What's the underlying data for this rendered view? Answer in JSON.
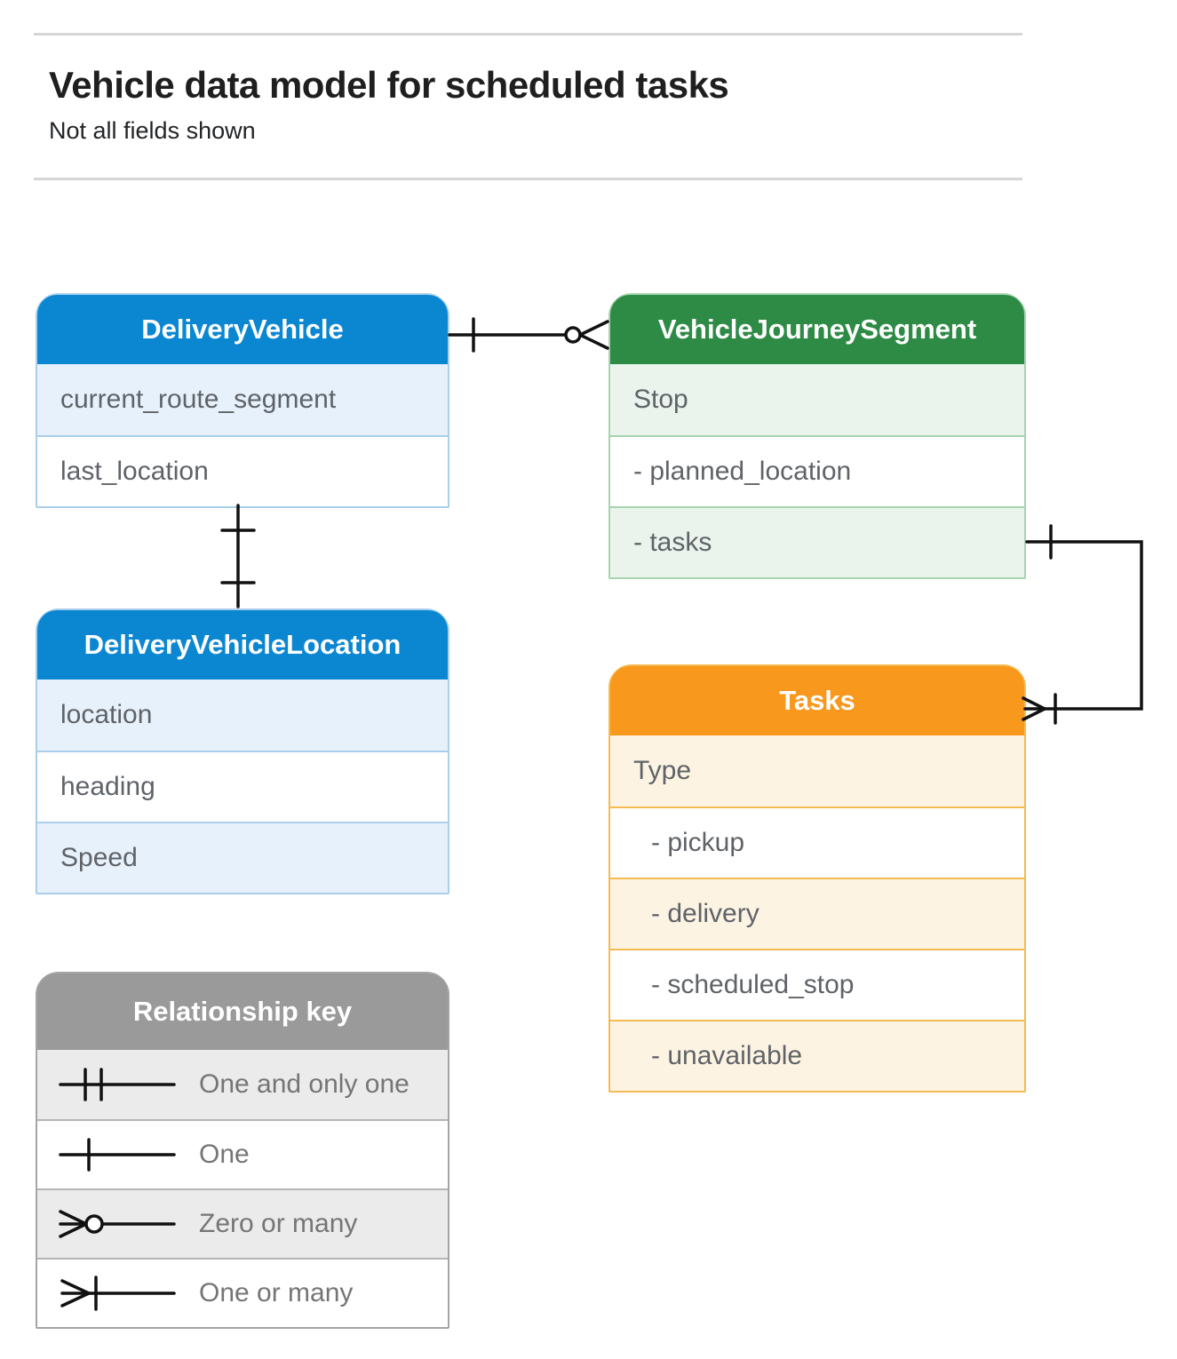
{
  "page": {
    "title": "Vehicle data model for scheduled tasks",
    "subtitle": "Not all fields shown"
  },
  "entities": {
    "delivery_vehicle": {
      "title": "DeliveryVehicle",
      "rows": [
        "current_route_segment",
        "last_location"
      ]
    },
    "vehicle_journey_segment": {
      "title": "VehicleJourneySegment",
      "rows": [
        "Stop",
        "- planned_location",
        "- tasks"
      ]
    },
    "delivery_vehicle_location": {
      "title": "DeliveryVehicleLocation",
      "rows": [
        "location",
        "heading",
        "Speed"
      ]
    },
    "tasks": {
      "title": "Tasks",
      "rows": [
        "Type",
        "- pickup",
        "- delivery",
        "- scheduled_stop",
        "- unavailable"
      ]
    }
  },
  "relationships": [
    {
      "from": "DeliveryVehicle",
      "to": "VehicleJourneySegment",
      "from_cardinality": "one",
      "to_cardinality": "zero-or-many"
    },
    {
      "from": "DeliveryVehicle",
      "to": "DeliveryVehicleLocation",
      "from_cardinality": "one",
      "to_cardinality": "one"
    },
    {
      "from": "VehicleJourneySegment.tasks",
      "to": "Tasks",
      "from_cardinality": "one",
      "to_cardinality": "one-or-many"
    }
  ],
  "legend": {
    "title": "Relationship key",
    "items": [
      {
        "symbol": "one-and-only-one-symbol",
        "label": "One and only one"
      },
      {
        "symbol": "one-symbol",
        "label": "One"
      },
      {
        "symbol": "zero-or-many-symbol",
        "label": "Zero or many"
      },
      {
        "symbol": "one-or-many-symbol",
        "label": "One or many"
      }
    ]
  },
  "colors": {
    "blue_header": "#0b87d2",
    "blue_tint": "#e7f1fb",
    "blue_border": "#a9cfeb",
    "green_header": "#2e8b46",
    "green_tint": "#eaf4ed",
    "green_border": "#a6d4ae",
    "orange_header": "#f8981d",
    "orange_tint": "#fdf3e3",
    "orange_border": "#f5bb51",
    "gray_header": "#9a9a9a",
    "gray_tint": "#ebebeb",
    "row_text": "#5f6368",
    "legend_text": "#757575",
    "title_text": "#1f1f1f",
    "rule": "#d6d6d6",
    "connector": "#111111"
  }
}
